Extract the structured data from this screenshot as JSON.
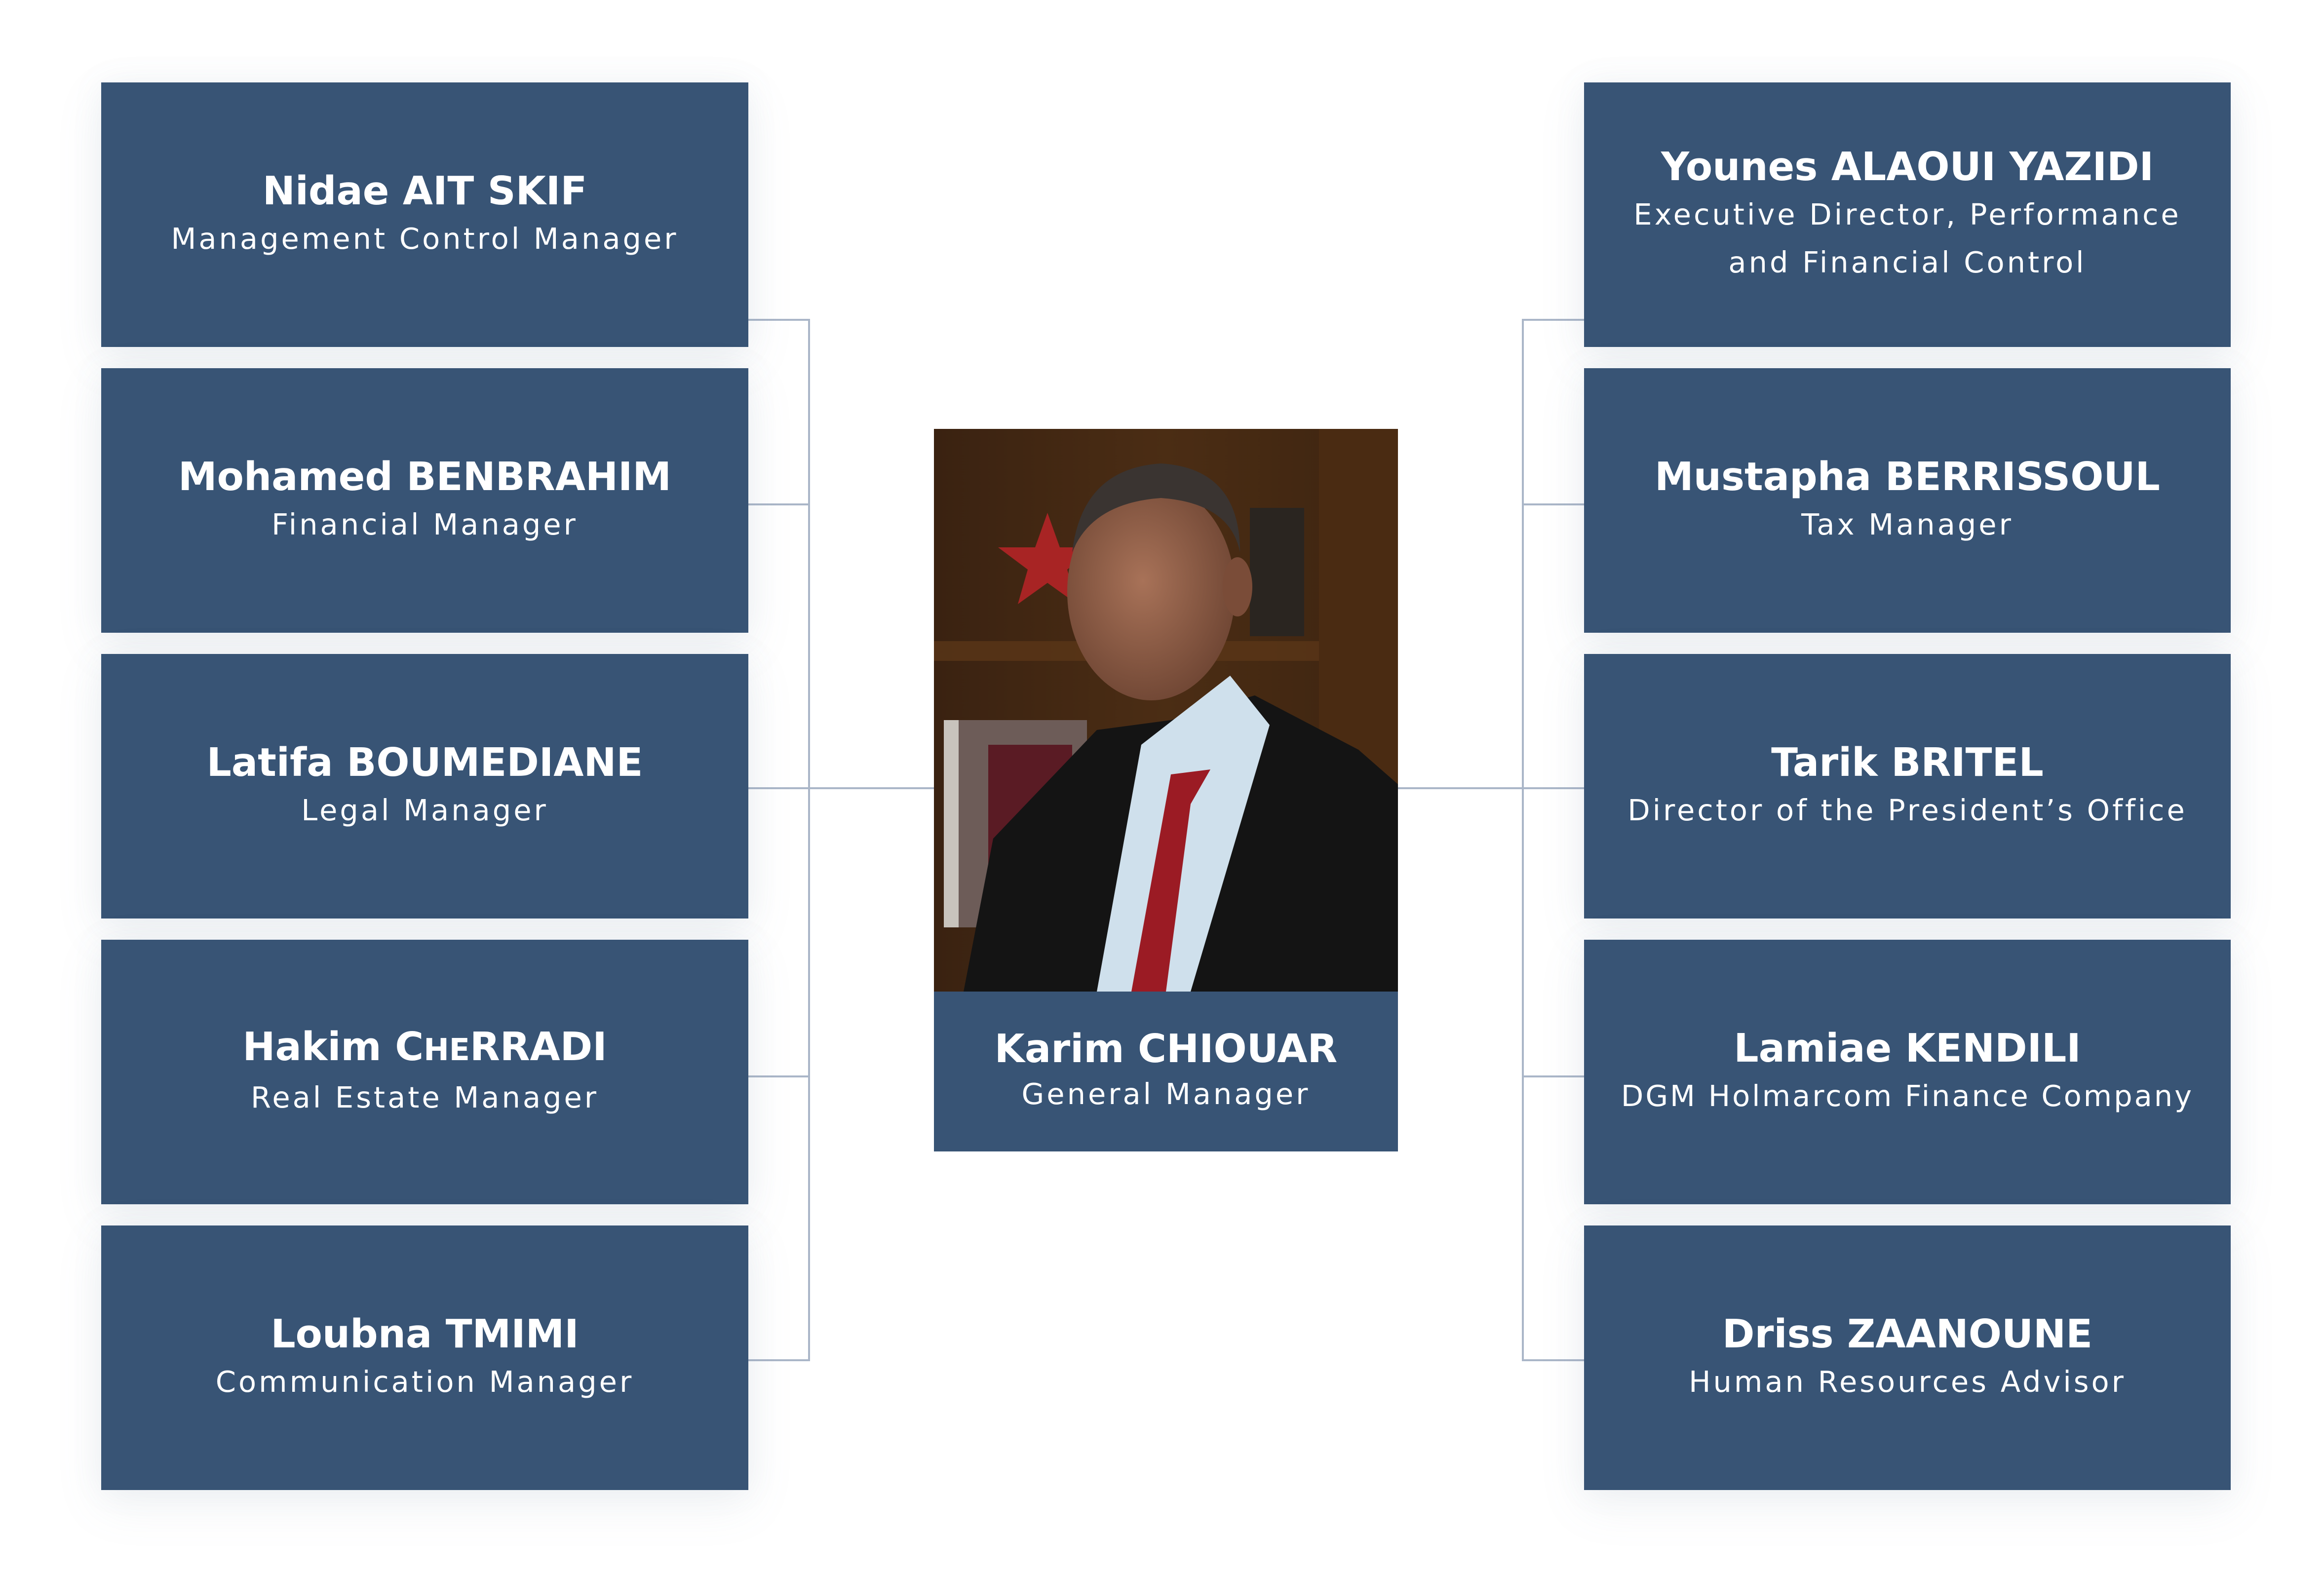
{
  "colors": {
    "box_background": "#385475",
    "box_text": "#ffffff",
    "connector": "#aab6c8",
    "page_background": "#ffffff"
  },
  "ceo": {
    "name": "Karim CHIOUAR",
    "role": "General Manager",
    "photo": "portrait-photo"
  },
  "left": [
    {
      "name": "Nidae AIT SKIF",
      "role": "Management Control Manager"
    },
    {
      "name": "Mohamed BENBRAHIM",
      "role": "Financial Manager"
    },
    {
      "name": "Latifa BOUMEDIANE",
      "role": "Legal Manager"
    },
    {
      "name_parts": [
        "Hakim C",
        "he",
        "RRADI"
      ],
      "name": "Hakim CheRRADI",
      "role": "Real Estate Manager"
    },
    {
      "name": "Loubna TMIMI",
      "role": "Communication Manager"
    }
  ],
  "right": [
    {
      "name": "Younes ALAOUI YAZIDI",
      "role": "Executive Director, Performance",
      "role2": "and Financial Control"
    },
    {
      "name": "Mustapha BERRISSOUL",
      "role": "Tax Manager"
    },
    {
      "name": "Tarik BRITEL",
      "role": "Director of the President’s Office"
    },
    {
      "name": "Lamiae KENDILI",
      "role": "DGM Holmarcom Finance Company"
    },
    {
      "name": "Driss ZAANOUNE",
      "role": "Human Resources Advisor"
    }
  ]
}
